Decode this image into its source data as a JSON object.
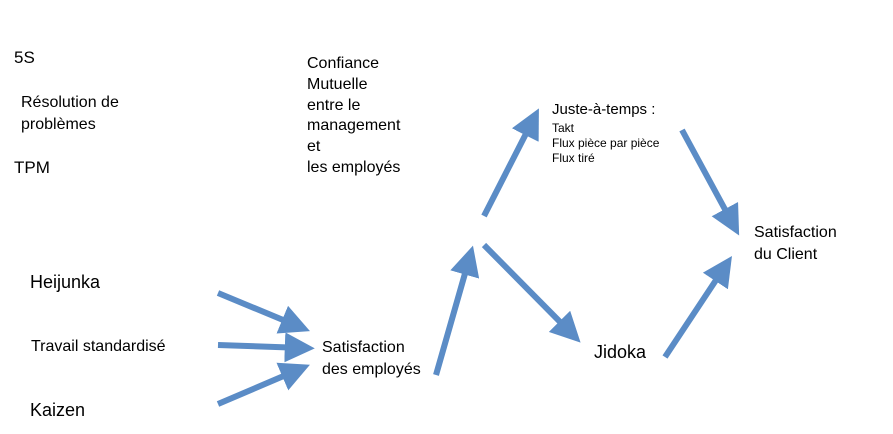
{
  "labels": {
    "s5": "5S",
    "resolution": "Résolution de\nproblèmes",
    "tpm": "TPM",
    "confiance": "Confiance\nMutuelle\nentre le\nmanagement\net\nles employés",
    "heijunka": "Heijunka",
    "travail": "Travail standardisé",
    "kaizen": "Kaizen",
    "satisfaction_employes": "Satisfaction\ndes employés",
    "jat_title": "Juste-à-temps :",
    "jat_items": "Takt\nFlux pièce par pièce\nFlux tiré",
    "jidoka": "Jidoka",
    "satisfaction_client": "Satisfaction\ndu Client"
  },
  "colors": {
    "arrow": "#5b8cc6"
  }
}
